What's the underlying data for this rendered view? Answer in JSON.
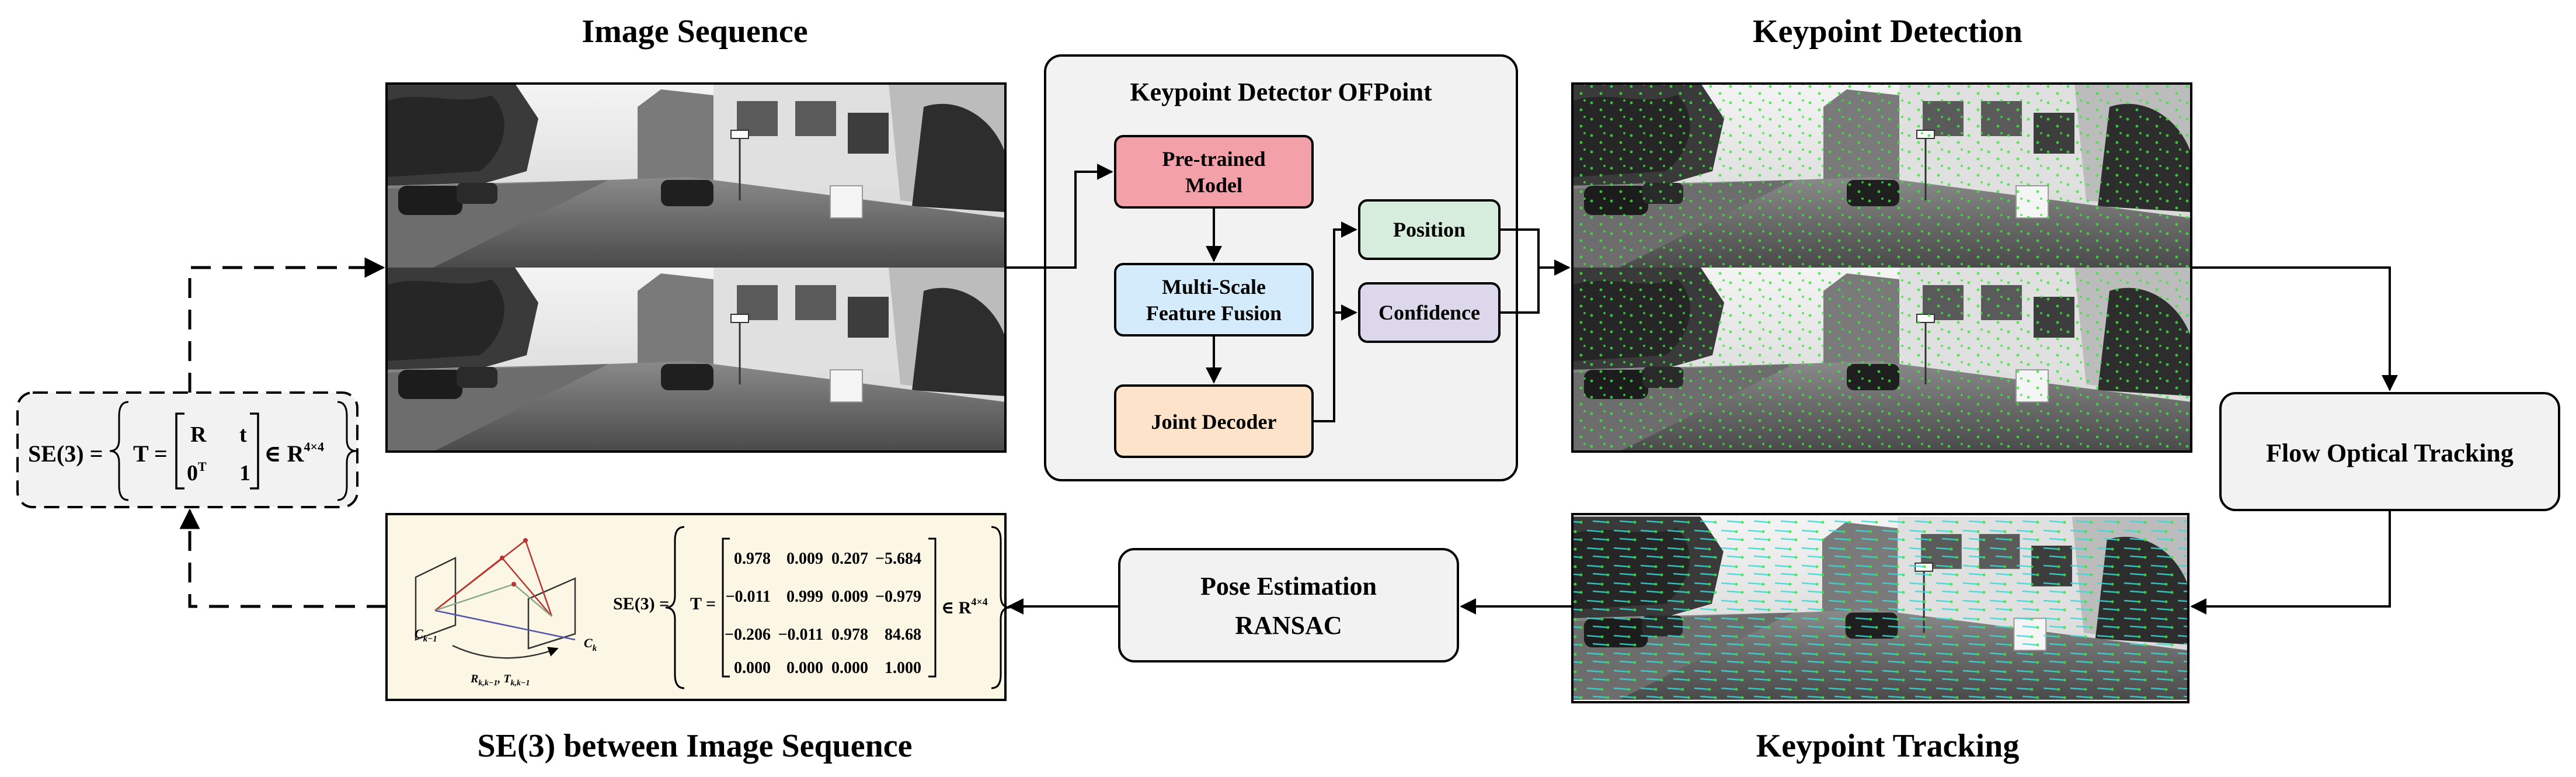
{
  "titles": {
    "image_sequence": "Image Sequence",
    "keypoint_detection": "Keypoint Detection",
    "keypoint_tracking": "Keypoint Tracking",
    "se3_between": "SE(3) between Image Sequence"
  },
  "detector": {
    "title": "Keypoint Detector OFPoint",
    "pretrained_line1": "Pre-trained",
    "pretrained_line2": "Model",
    "fusion_line1": "Multi-Scale",
    "fusion_line2": "Feature Fusion",
    "decoder": "Joint Decoder",
    "position": "Position",
    "confidence": "Confidence",
    "colors": {
      "pretrained": "#f4a0a8",
      "fusion": "#d4ebfb",
      "decoder": "#fde3c9",
      "position": "#d6ecdc",
      "confidence": "#ddd7ec",
      "panel": "#f2f2f2"
    }
  },
  "flow_box": "Flow Optical Tracking",
  "pose_box": {
    "line1": "Pose Estimation",
    "line2": "RANSAC"
  },
  "se3_formula": {
    "lhs": "SE(3) =",
    "T": "T =",
    "R": "R",
    "t": "t",
    "zero": "0",
    "sup_T": "T",
    "one": "1",
    "in_R": "∈ R",
    "sup_dim": "4×4"
  },
  "se3_result": {
    "lhs": "SE(3) =",
    "T": "T =",
    "matrix": [
      [
        "0.978",
        "0.009",
        "0.207",
        "−5.684"
      ],
      [
        "−0.011",
        "0.999",
        "0.009",
        "−0.979"
      ],
      [
        "−0.206",
        "−0.011",
        "0.978",
        "84.68"
      ],
      [
        "0.000",
        "0.000",
        "0.000",
        "1.000"
      ]
    ],
    "in_R": "∈ R",
    "sup_dim": "4×4",
    "cam_prev": "C",
    "cam_prev_sub": "k−1",
    "cam_cur": "C",
    "cam_cur_sub": "k",
    "transform": "R",
    "transform_sub": "k,k−1",
    "transform_mid": ", T",
    "transform_sub2": "k,k−1",
    "panel_color": "#fbf7e4"
  }
}
